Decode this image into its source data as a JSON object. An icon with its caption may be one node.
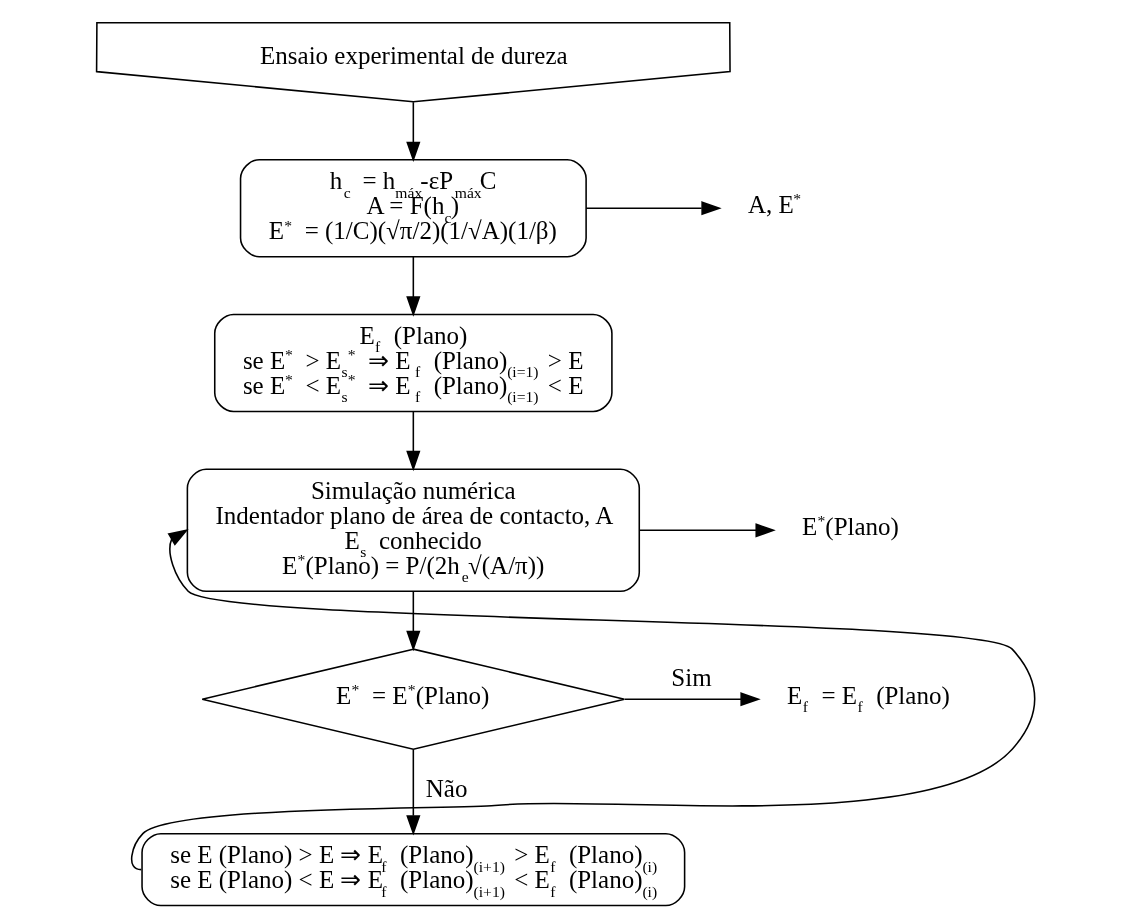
{
  "diagram": {
    "nodes": [
      {
        "text": [
          "Ensaio experimental de dureza"
        ]
      },
      {
        "text": [
          "h$_{c}$ = h$_{máx}$-εP$_{máx}$C",
          "A = F(h$_{c}$)",
          "E$^{*}$ = (1/C)(√π/2)(1/√A)(1/β)"
        ]
      },
      {
        "text": [
          "A, E$^{*}$"
        ]
      },
      {
        "text": [
          "E$_{f}$ (Plano)",
          "se E$^{*}$ > E$_{s}$$^{*}$ ⇒ E$_{f}$ (Plano)$_{(i=1)}$ > E",
          "se E$^{*}$ < E$_{s}$$^{*}$ ⇒ E$_{f}$ (Plano)$_{(i=1)}$ < E"
        ]
      },
      {
        "text": [
          "Simulação numérica",
          "Indentador plano de área de contacto, A",
          "E$_{s}$ conhecido",
          "E$^{*}$(Plano) = P/(2h$_{e}$√(A/π))"
        ]
      },
      {
        "text": [
          "E$^{*}$(Plano)"
        ]
      },
      {
        "text": [
          "E$^{*}$ = E$^{*}$(Plano)"
        ]
      },
      {
        "text": [
          "E$_{f}$ = E$_{f}$ (Plano)"
        ]
      },
      {
        "text": [
          "se E (Plano) > E ⇒ E$_{f}$ (Plano)$_{(i+1)}$ > E$_{f}$ (Plano)$_{(i)}$",
          "se E (Plano) < E ⇒ E$_{f}$ (Plano)$_{(i+1)}$ < E$_{f}$ (Plano)$_{(i)}$"
        ]
      }
    ],
    "edges": [
      {
        "from": 0,
        "to": 1,
        "arrow": "to"
      },
      {
        "from": 1,
        "to": 2,
        "arrow": "to"
      },
      {
        "from": 1,
        "to": 3,
        "arrow": "to"
      },
      {
        "from": 3,
        "to": 4,
        "arrow": "to"
      },
      {
        "from": 4,
        "to": 5,
        "arrow": "to"
      },
      {
        "from": 4,
        "to": 6,
        "arrow": "to"
      },
      {
        "from": 6,
        "to": 7,
        "arrow": "to",
        "label": "Sim"
      },
      {
        "from": 6,
        "to": 8,
        "arrow": "to",
        "label": "Não"
      },
      {
        "from": 8,
        "to": 4,
        "arrow": "to"
      }
    ]
  }
}
